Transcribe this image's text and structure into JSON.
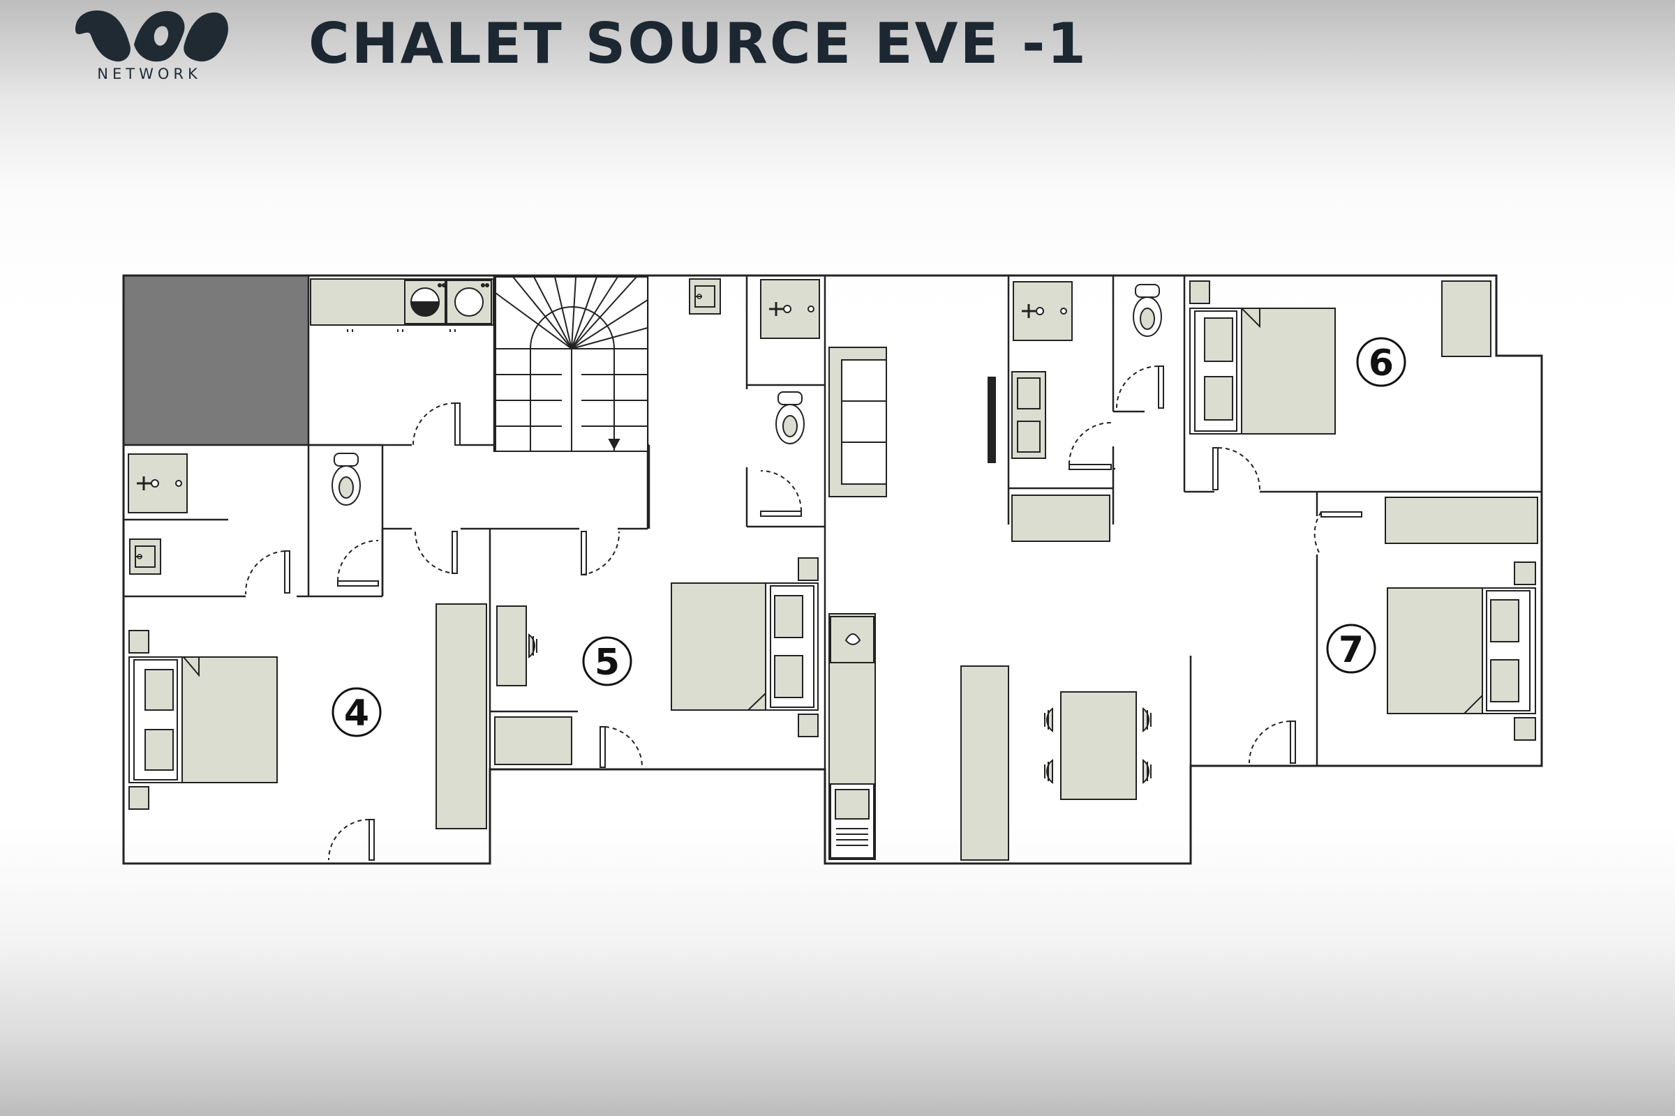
{
  "header": {
    "brand": "NETWORK",
    "title": "CHALET SOURCE EVE -1"
  },
  "rooms": [
    {
      "number": "4"
    },
    {
      "number": "5"
    },
    {
      "number": "6"
    },
    {
      "number": "7"
    }
  ],
  "colors": {
    "wall": "#222222",
    "fixture": "#dcddd1",
    "shaded_area": "#7a7a7a",
    "title_text": "#1c2731"
  }
}
